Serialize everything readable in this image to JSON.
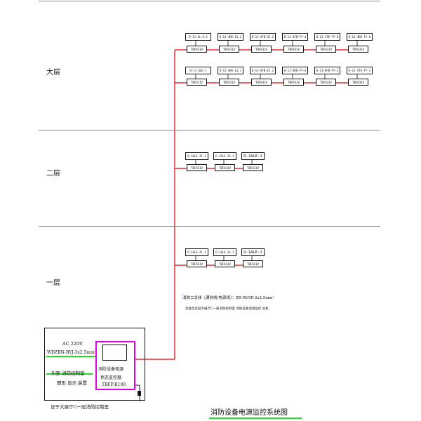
{
  "floors": [
    {
      "label": "大层",
      "rows": [
        {
          "modules": [
            {
              "id": "D-1J-4L-8-2",
              "tag": "TBF811V"
            },
            {
              "id": "D-1J-4RE-Z1.1",
              "tag": "TBF831V"
            },
            {
              "id": "D-1J-AFB-Z2.2",
              "tag": "TBF831V"
            },
            {
              "id": "D-1J-AFB-FY-4",
              "tag": "TBF831V"
            },
            {
              "id": "D-1J-4TE-FY-8",
              "tag": "TBF831V"
            },
            {
              "id": "D-1J-4BE-FY-6",
              "tag": "TBF831V"
            }
          ]
        },
        {
          "modules": [
            {
              "id": "D-1J-4LE-1",
              "tag": "TBF811V"
            },
            {
              "id": "D-1J-4RE-Z1.1",
              "tag": "TBF831V"
            },
            {
              "id": "D-1J-AFB-Z1.2",
              "tag": "TBF831V"
            },
            {
              "id": "D-1J-4RE-FY-4",
              "tag": "TBF831V"
            },
            {
              "id": "D-1J-AFB-FY-2",
              "tag": "TBF831V"
            },
            {
              "id": "D-1J-4TE-FY-3",
              "tag": "TBF831V"
            }
          ]
        }
      ]
    },
    {
      "label": "二层",
      "rows": [
        {
          "modules": [
            {
              "id": "D-2ALE-Z1.1",
              "tag": "TBF831V"
            },
            {
              "id": "D-2ALE-Z1.2",
              "tag": "TBF831V"
            },
            {
              "id": "D-2ALE-1",
              "tag": "TBF811V"
            }
          ]
        }
      ]
    },
    {
      "label": "一层",
      "rows": [
        {
          "modules": [
            {
              "id": "D-1ALE-Z1.1",
              "tag": "TBF831V"
            },
            {
              "id": "D-1ALE-Z1.2",
              "tag": "TBF831V"
            },
            {
              "id": "D-1ALE-1",
              "tag": "TBF811V"
            }
          ]
        }
      ]
    }
  ],
  "bus_note": "消防二总线（通信线/电源线）：ZR-RVSP-2x2.5mm²",
  "bus_subnote": "连接至首层大展厅C一层消防控制室 消防设备电源监控 主机",
  "control_room": {
    "power_label": "AC 220V",
    "power_cable": "WDZBN-BYJ-3x2.5mm²",
    "route_label": "引至 消防控制室",
    "route_sub": "图形 显示 装置",
    "monitor_lines": [
      "消防设备电源",
      "状态监控器",
      "TBFP-B100"
    ],
    "location_note": "设于大展厅C一层消防控制室"
  },
  "diagram_title": "消防设备电源监控系统图",
  "colors": {
    "bus": "#e00000",
    "monitor": "#e000e0",
    "highlight": "#22dd22",
    "separator": "#888888"
  }
}
